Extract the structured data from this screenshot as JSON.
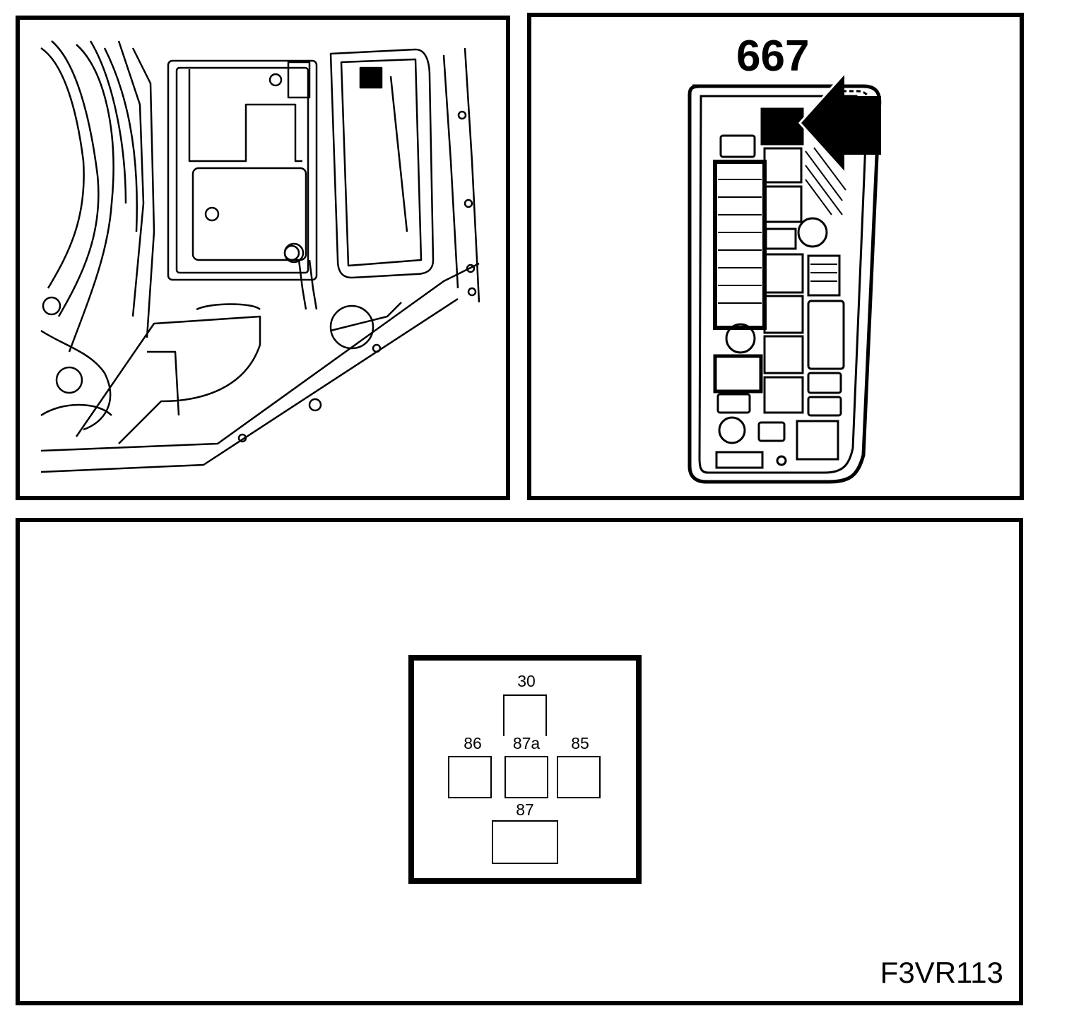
{
  "fusebox": {
    "relay_number": "667"
  },
  "relay": {
    "pins": {
      "p30": "30",
      "p86": "86",
      "p87a": "87a",
      "p85": "85",
      "p87": "87"
    }
  },
  "figure": {
    "code": "F3VR113"
  },
  "colors": {
    "line": "#000000",
    "background": "#ffffff"
  }
}
